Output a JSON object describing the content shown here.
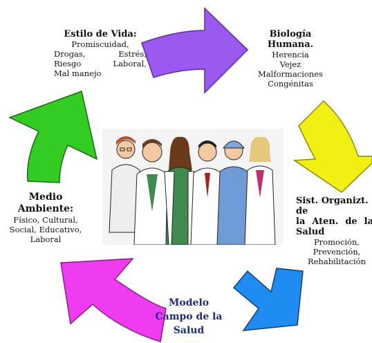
{
  "colors": {
    "purple_arrow": "#9b59f0",
    "yellow_arrow": "#f2f013",
    "blue_arrow": "#1e8cf0",
    "magenta_arrow": "#f03cf0",
    "green_arrow": "#33cc22",
    "title_blue": "#1b2a8c"
  },
  "estilo_de_vida": {
    "heading": "Estilo de Vida:",
    "line1": "Promiscuidad,",
    "line2": "Drogas, Estrés,",
    "line3": "Riesgo Laboral,",
    "line4": "Mal manejo"
  },
  "biologia": {
    "heading_line1": "Biología",
    "heading_line2": "Humana.",
    "items": [
      "Herencia",
      "Vejez",
      "Malformaciones",
      "Congénitas"
    ]
  },
  "sistema": {
    "heading_line1": "Sist. Organizt. de",
    "heading_line2": "la Aten. de la",
    "heading_line3": "Salud",
    "items": [
      "Promoción,",
      "Prevención,",
      "Rehabilitación"
    ]
  },
  "medio_ambiente": {
    "heading_line1": "Medio",
    "heading_line2": "Ambiente:",
    "line1": "Físico, Cultural,",
    "line2": "Social, Educativo,",
    "line3": "Laboral"
  },
  "modelo": {
    "line1": "Modelo",
    "line2": "Campo de la",
    "line3": "Salud"
  },
  "center_image": {
    "icon": "healthcare-team-illustration"
  }
}
